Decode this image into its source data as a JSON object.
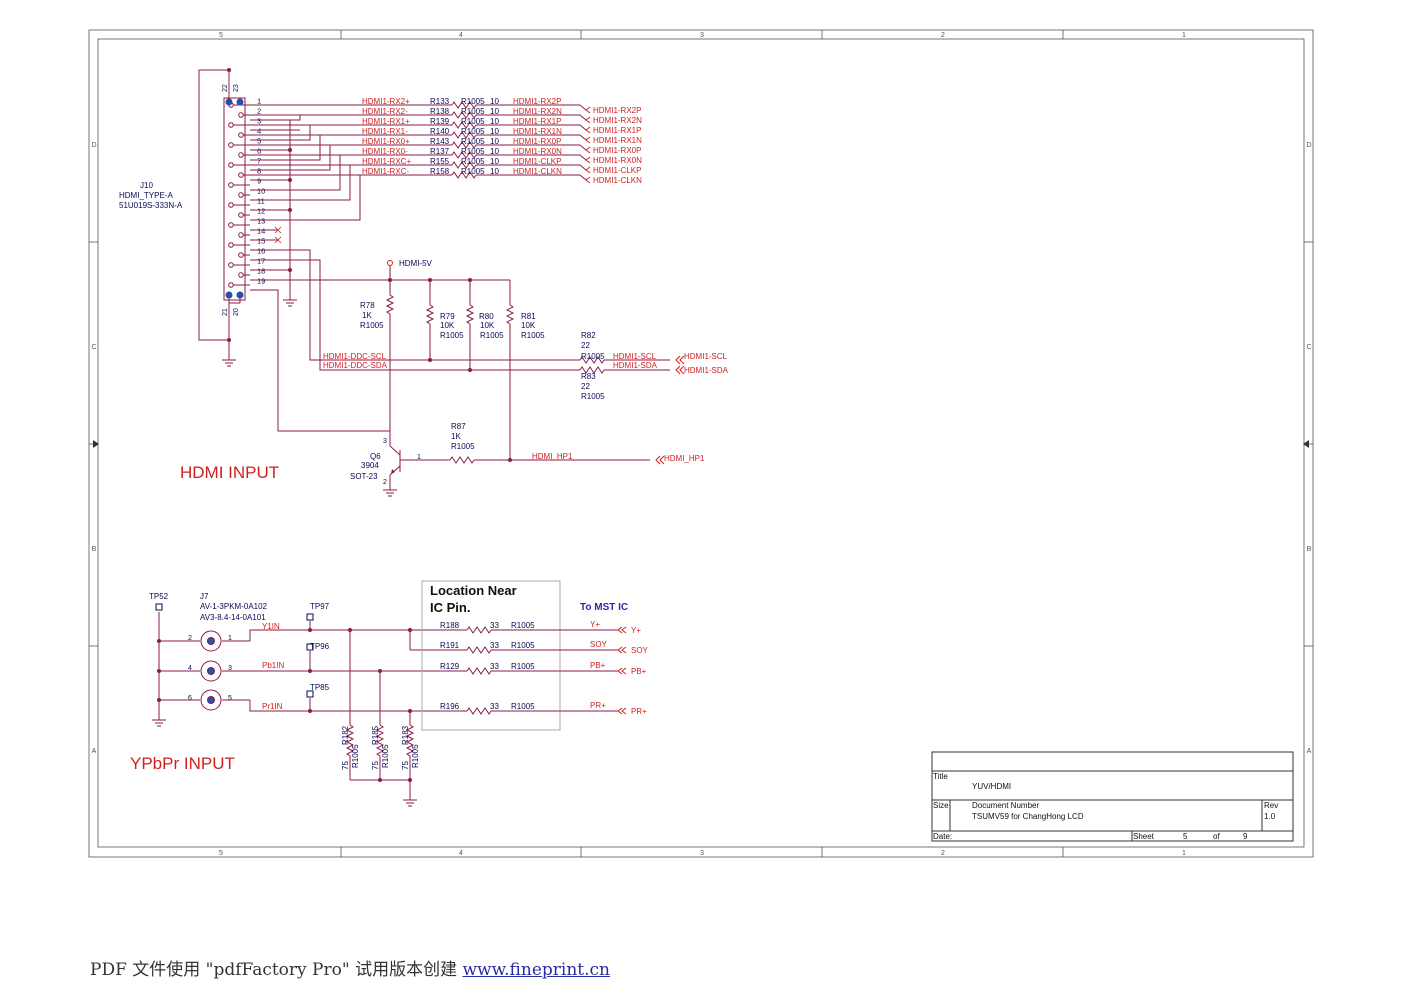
{
  "frame": {
    "columns": [
      "5",
      "4",
      "3",
      "2",
      "1"
    ],
    "rows": [
      "D",
      "C",
      "B",
      "A"
    ]
  },
  "hdmi": {
    "connector": {
      "ref": "J10",
      "type": "HDMI_TYPE-A",
      "part": "51U019S-333N-A",
      "shield_pins_top": [
        "22",
        "23"
      ],
      "shield_pins_bottom": [
        "21",
        "20"
      ],
      "pins": [
        "1",
        "2",
        "3",
        "4",
        "5",
        "6",
        "7",
        "8",
        "9",
        "10",
        "11",
        "12",
        "13",
        "14",
        "15",
        "16",
        "17",
        "18",
        "19"
      ]
    },
    "signals": [
      {
        "net": "HDMI1-RX2+",
        "ref": "R133",
        "fp": "R1005",
        "val": "10",
        "out": "HDMI1-RX2P",
        "port": "HDMI1-RX2P"
      },
      {
        "net": "HDMI1-RX2-",
        "ref": "R138",
        "fp": "R1005",
        "val": "10",
        "out": "HDMI1-RX2N",
        "port": "HDMI1-RX2N"
      },
      {
        "net": "HDMI1-RX1+",
        "ref": "R139",
        "fp": "R1005",
        "val": "10",
        "out": "HDMI1-RX1P",
        "port": "HDMI1-RX1P"
      },
      {
        "net": "HDMI1-RX1-",
        "ref": "R140",
        "fp": "R1005",
        "val": "10",
        "out": "HDMI1-RX1N",
        "port": "HDMI1-RX1N"
      },
      {
        "net": "HDMI1-RX0+",
        "ref": "R143",
        "fp": "R1005",
        "val": "10",
        "out": "HDMI1-RX0P",
        "port": "HDMI1-RX0P"
      },
      {
        "net": "HDMI1-RX0-",
        "ref": "R137",
        "fp": "R1005",
        "val": "10",
        "out": "HDMI1-RX0N",
        "port": "HDMI1-RX0N"
      },
      {
        "net": "HDMI1-RXC+",
        "ref": "R155",
        "fp": "R1005",
        "val": "10",
        "out": "HDMI1-CLKP",
        "port": "HDMI1-CLKP"
      },
      {
        "net": "HDMI1-RXC-",
        "ref": "R158",
        "fp": "R1005",
        "val": "10",
        "out": "HDMI1-CLKN",
        "port": "HDMI1-CLKN"
      }
    ],
    "power_net": "HDMI-5V",
    "r78": {
      "ref": "R78",
      "val": "1K",
      "fp": "R1005"
    },
    "r79": {
      "ref": "R79",
      "val": "10K",
      "fp": "R1005"
    },
    "r80": {
      "ref": "R80",
      "val": "10K",
      "fp": "R1005"
    },
    "r81": {
      "ref": "R81",
      "val": "10K",
      "fp": "R1005"
    },
    "r82": {
      "ref": "R82",
      "val": "22",
      "fp": "R1005"
    },
    "r83": {
      "ref": "R83",
      "val": "22",
      "fp": "R1005"
    },
    "r87": {
      "ref": "R87",
      "val": "1K",
      "fp": "R1005"
    },
    "ddc_scl": "HDMI1-DDC-SCL",
    "ddc_sda": "HDMI1-DDC-SDA",
    "scl_net": "HDMI1-SCL",
    "sda_net": "HDMI1-SDA",
    "hp_net": "HDMI_HP1",
    "q6": {
      "ref": "Q6",
      "part": "3904",
      "pkg": "SOT-23",
      "pin_b": "1",
      "pin_c": "3",
      "pin_e": "2"
    },
    "section_title": "HDMI INPUT"
  },
  "ypbpr": {
    "connector": {
      "ref": "J7",
      "part1": "AV-1-3PKM-0A102",
      "part2": "AV3-8.4-14-0A101"
    },
    "tp52": "TP52",
    "tp97": "TP97",
    "tp96": "TP96",
    "tp85": "TP85",
    "jack_pins": [
      [
        "2",
        "1"
      ],
      [
        "4",
        "3"
      ],
      [
        "6",
        "5"
      ]
    ],
    "nets": [
      "Y1IN",
      "Pb1IN",
      "Pr1IN"
    ],
    "series": [
      {
        "ref": "R188",
        "val": "33",
        "fp": "R1005",
        "net": "Y+",
        "port": "Y+"
      },
      {
        "ref": "R191",
        "val": "33",
        "fp": "R1005",
        "net": "SOY",
        "port": "SOY"
      },
      {
        "ref": "R129",
        "val": "33",
        "fp": "R1005",
        "net": "PB+",
        "port": "PB+"
      },
      {
        "ref": "R196",
        "val": "33",
        "fp": "R1005",
        "net": "PR+",
        "port": "PR+"
      }
    ],
    "terminations": [
      {
        "ref": "R182",
        "val": "75",
        "fp": "R1005"
      },
      {
        "ref": "R185",
        "val": "75",
        "fp": "R1005"
      },
      {
        "ref": "R183",
        "val": "75",
        "fp": "R1005"
      }
    ],
    "note": [
      "Location Near",
      "IC Pin."
    ],
    "to_ic": "To MST IC",
    "section_title": "YPbPr INPUT"
  },
  "title_block": {
    "title_label": "Title",
    "title": "YUV/HDMI",
    "size_label": "Size",
    "docnum_label": "Document Number",
    "docnum": "TSUMV59 for ChangHong LCD",
    "rev_label": "Rev",
    "rev": "1.0",
    "date_label": "Date:",
    "sheet_label": "Sheet",
    "sheet": "5",
    "of_label": "of",
    "of": "9"
  },
  "footer": {
    "text": "PDF 文件使用 \"pdfFactory Pro\" 试用版本创建 ",
    "link": "www.fineprint.cn"
  },
  "colors": {
    "wire": "#8e1a4a",
    "net_label": "#d0202a",
    "ref_text": "#0a0a55",
    "border": "#555555"
  }
}
